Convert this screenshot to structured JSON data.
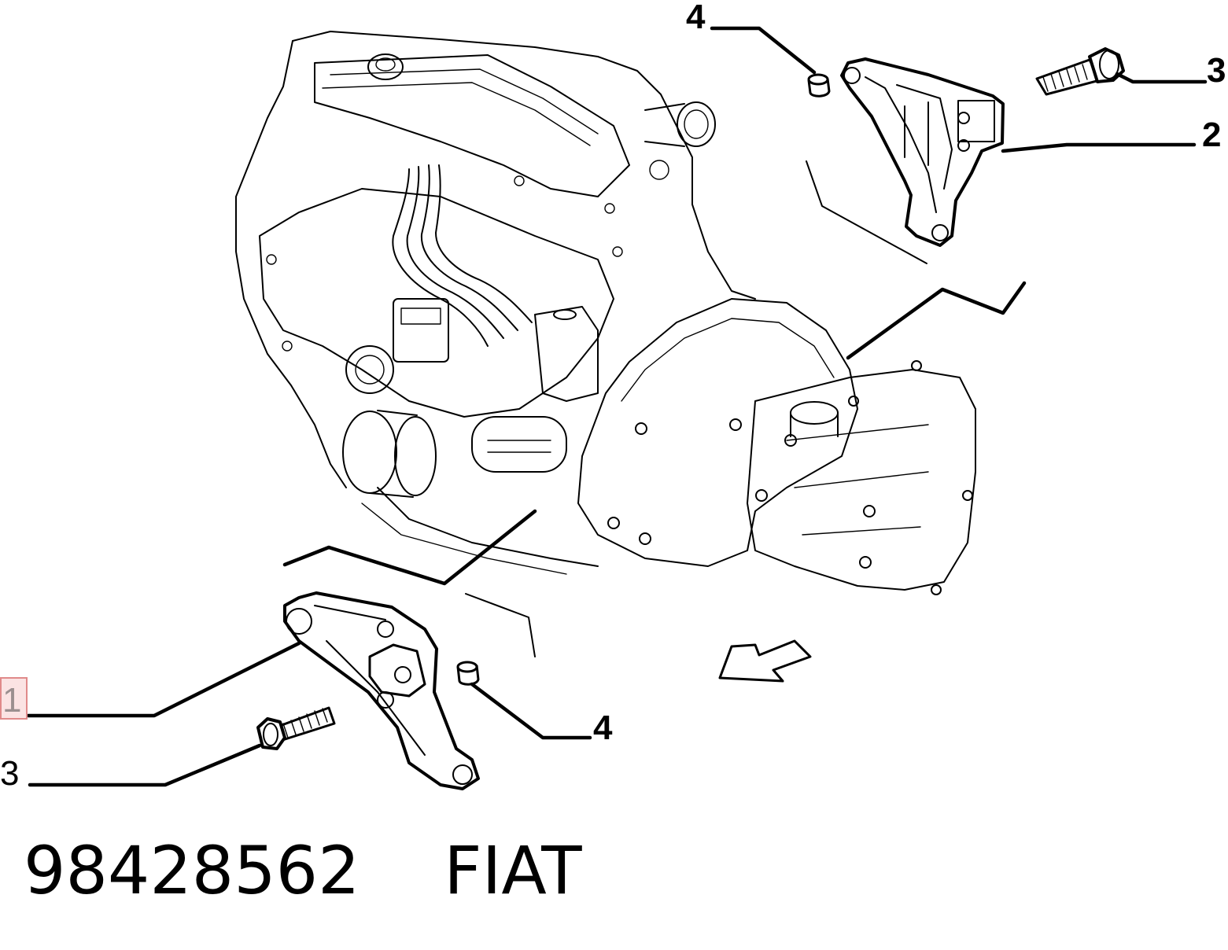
{
  "callouts": [
    {
      "id": "bracket-front",
      "label": "1",
      "selected": true
    },
    {
      "id": "bracket-rear",
      "label": "2"
    },
    {
      "id": "bolt-top",
      "label": "3"
    },
    {
      "id": "bolt-bottom",
      "label": "3"
    },
    {
      "id": "bush-top",
      "label": "4"
    },
    {
      "id": "bush-bottom",
      "label": "4"
    }
  ],
  "footer": {
    "part_number": "98428562",
    "brand": "FIAT"
  }
}
